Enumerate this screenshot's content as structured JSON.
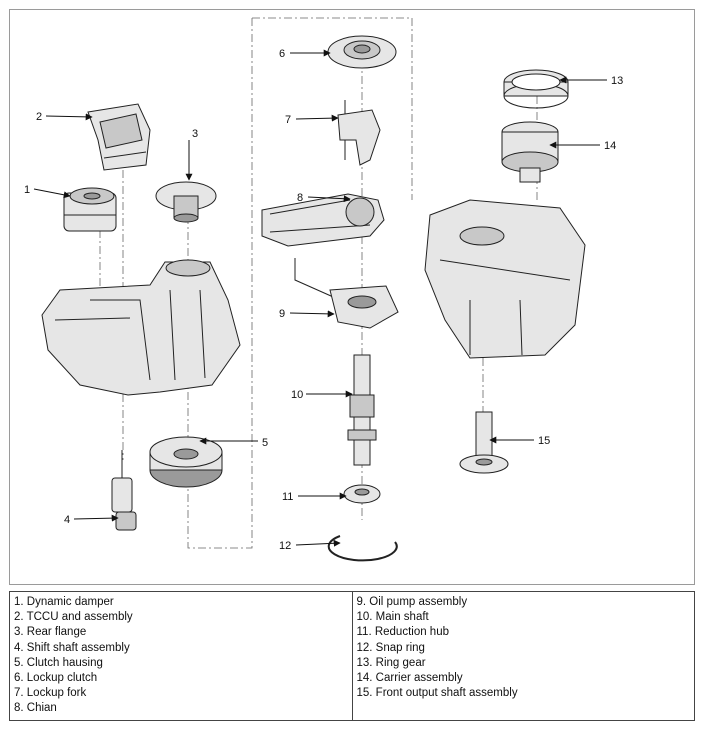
{
  "callouts": {
    "c1": "1",
    "c2": "2",
    "c3": "3",
    "c4": "4",
    "c5": "5",
    "c6": "6",
    "c7": "7",
    "c8": "8",
    "c9": "9",
    "c10": "10",
    "c11": "11",
    "c12": "12",
    "c13": "13",
    "c14": "14",
    "c15": "15"
  },
  "legend": {
    "left": [
      "1. Dynamic damper",
      "2. TCCU and assembly",
      "3. Rear flange",
      "4. Shift shaft assembly",
      "5. Clutch hausing",
      "6. Lockup clutch",
      "7. Lockup fork",
      "8. Chian"
    ],
    "right": [
      "9. Oil pump assembly",
      "10. Main shaft",
      "11. Reduction hub",
      "12. Snap ring",
      "13. Ring gear",
      "14. Carrier assembly",
      "15. Front output shaft assembly"
    ]
  }
}
